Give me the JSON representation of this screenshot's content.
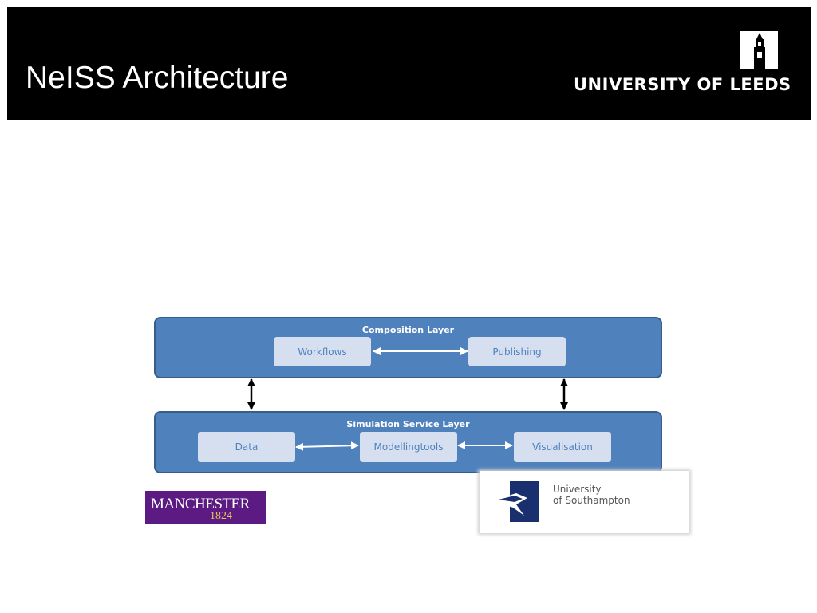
{
  "header": {
    "title": "NeISS Architecture",
    "institution": "UNIVERSITY OF LEEDS",
    "logo_icon": "leeds-tower-icon"
  },
  "diagram": {
    "composition_layer": {
      "title": "Composition Layer",
      "boxes": [
        "Workflows",
        "Publishing"
      ]
    },
    "simulation_layer": {
      "title": "Simulation Service Layer",
      "boxes": [
        "Data",
        "Modellingtools",
        "Visualisation"
      ]
    }
  },
  "logos": {
    "manchester": {
      "name": "MANCHESTER",
      "year": "1824"
    },
    "southampton": {
      "line1": "University",
      "line2": "of Southampton"
    }
  },
  "colors": {
    "header_bg": "#000000",
    "layer_fill": "#4f81bd",
    "layer_border": "#385d8a",
    "box_fill": "#d5dff0",
    "manchester_purple": "#5b1b82"
  }
}
